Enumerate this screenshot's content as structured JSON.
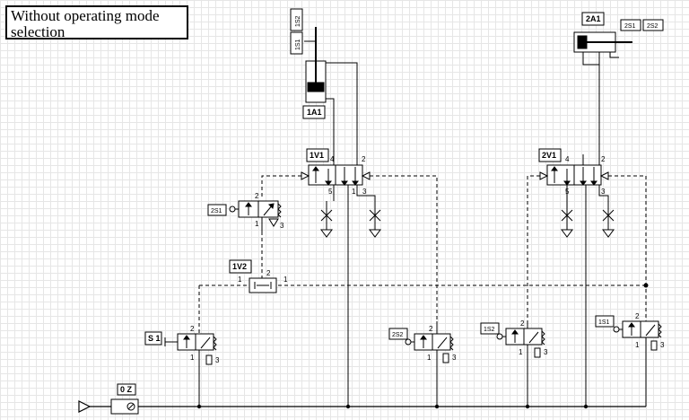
{
  "title": "Without operating mode selection",
  "components": {
    "cyl1": {
      "tag": "1A1"
    },
    "cyl2": {
      "tag": "2A1"
    },
    "valve1": {
      "tag": "1V1",
      "ports": {
        "p4": "4",
        "p2": "2",
        "p5": "5",
        "p3": "3",
        "p1": "1"
      }
    },
    "valve2": {
      "tag": "2V1",
      "ports": {
        "p4": "4",
        "p2": "2",
        "p5": "5",
        "p3": "3"
      }
    },
    "shuttle": {
      "tag": "1V2",
      "ports": {
        "a": "2",
        "l": "1",
        "r": "1"
      }
    },
    "start": {
      "tag": "S 1",
      "ports": {
        "a": "2",
        "b": "1",
        "c": "3"
      }
    },
    "sensor2S1": {
      "tag": "2S1",
      "ports": {
        "a": "2",
        "b": "1",
        "c": "3"
      }
    },
    "sensor2S2": {
      "tag": "2S2",
      "ports": {
        "a": "2",
        "b": "1",
        "c": "3"
      }
    },
    "sensor1S2": {
      "tag": "1S2",
      "ports": {
        "a": "2",
        "b": "1",
        "c": "3"
      }
    },
    "sensor1S1": {
      "tag": "1S1",
      "ports": {
        "a": "2",
        "b": "1",
        "c": "3"
      }
    },
    "supply": {
      "tag": "0 Z"
    },
    "limit_top1": {
      "a": "1S1",
      "b": "1S2"
    },
    "limit_top2": {
      "a": "2S1",
      "b": "2S2"
    }
  }
}
